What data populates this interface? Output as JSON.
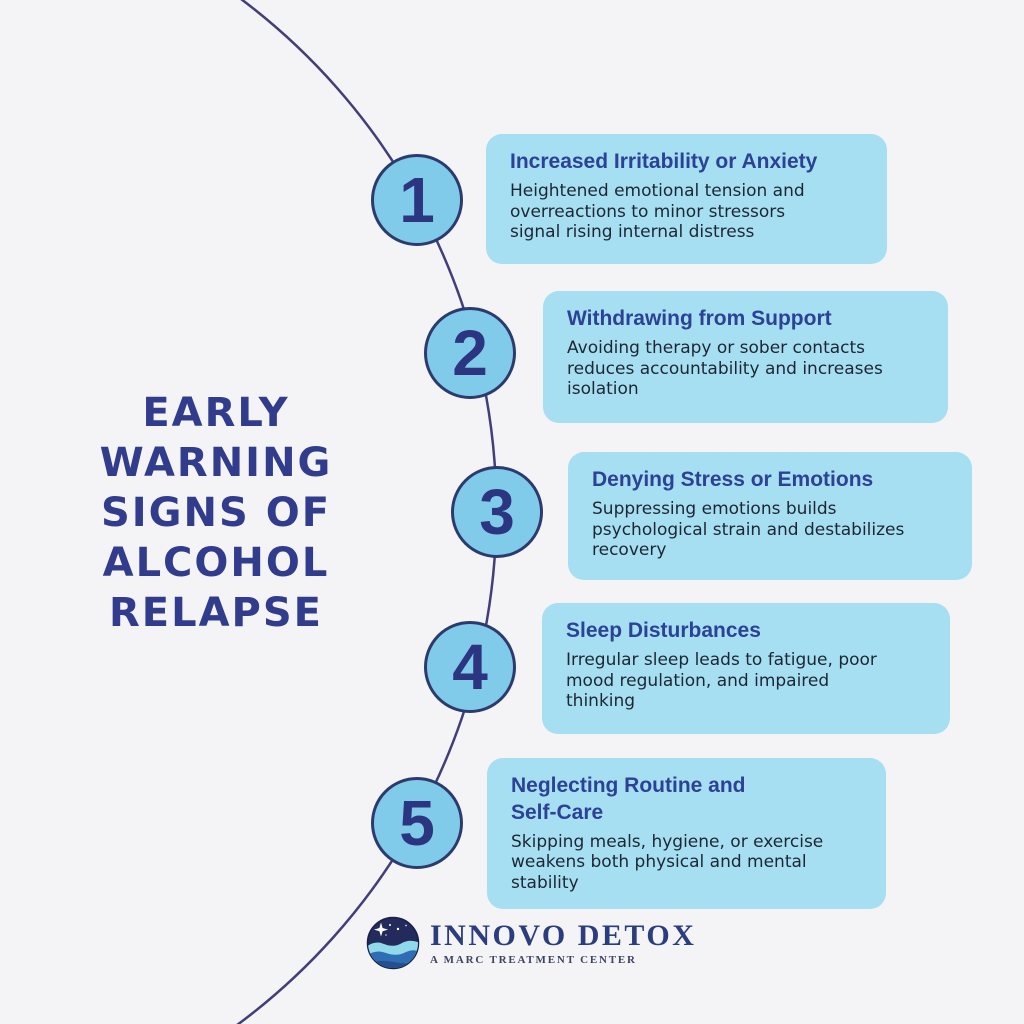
{
  "infographic": {
    "title": "EARLY\nWARNING\nSIGNS OF\nALCOHOL\nRELAPSE",
    "steps": [
      {
        "number": "1",
        "title": "Increased Irritability or Anxiety",
        "description": "Heightened emotional tension and\noverreactions to minor stressors\nsignal rising internal distress"
      },
      {
        "number": "2",
        "title": "Withdrawing from Support",
        "description": "Avoiding therapy or sober contacts\nreduces accountability and increases\nisolation"
      },
      {
        "number": "3",
        "title": "Denying Stress or Emotions",
        "description": "Suppressing emotions builds\npsychological strain and destabilizes\nrecovery"
      },
      {
        "number": "4",
        "title": "Sleep Disturbances",
        "description": "Irregular sleep leads to fatigue, poor\nmood regulation, and impaired\nthinking"
      },
      {
        "number": "5",
        "title": "Neglecting Routine and\nSelf-Care",
        "description": "Skipping meals, hygiene, or exercise\nweakens both physical and mental\nstability"
      }
    ],
    "logo": {
      "name": "INNOVO DETOX",
      "tagline": "A MARC TREATMENT CENTER",
      "icon": "innovo-detox-wave-star-logo"
    },
    "colors": {
      "background": "#f4f4f6",
      "card_background": "#a6def2",
      "node_fill": "#80cbe9",
      "node_border": "#2c3a6e",
      "curve_line": "#423e79",
      "main_title": "#323c8d",
      "card_title": "#2b4296",
      "card_body": "#1d2733",
      "number_text": "#2c357f",
      "logo_text": "#2c3d7d"
    }
  }
}
